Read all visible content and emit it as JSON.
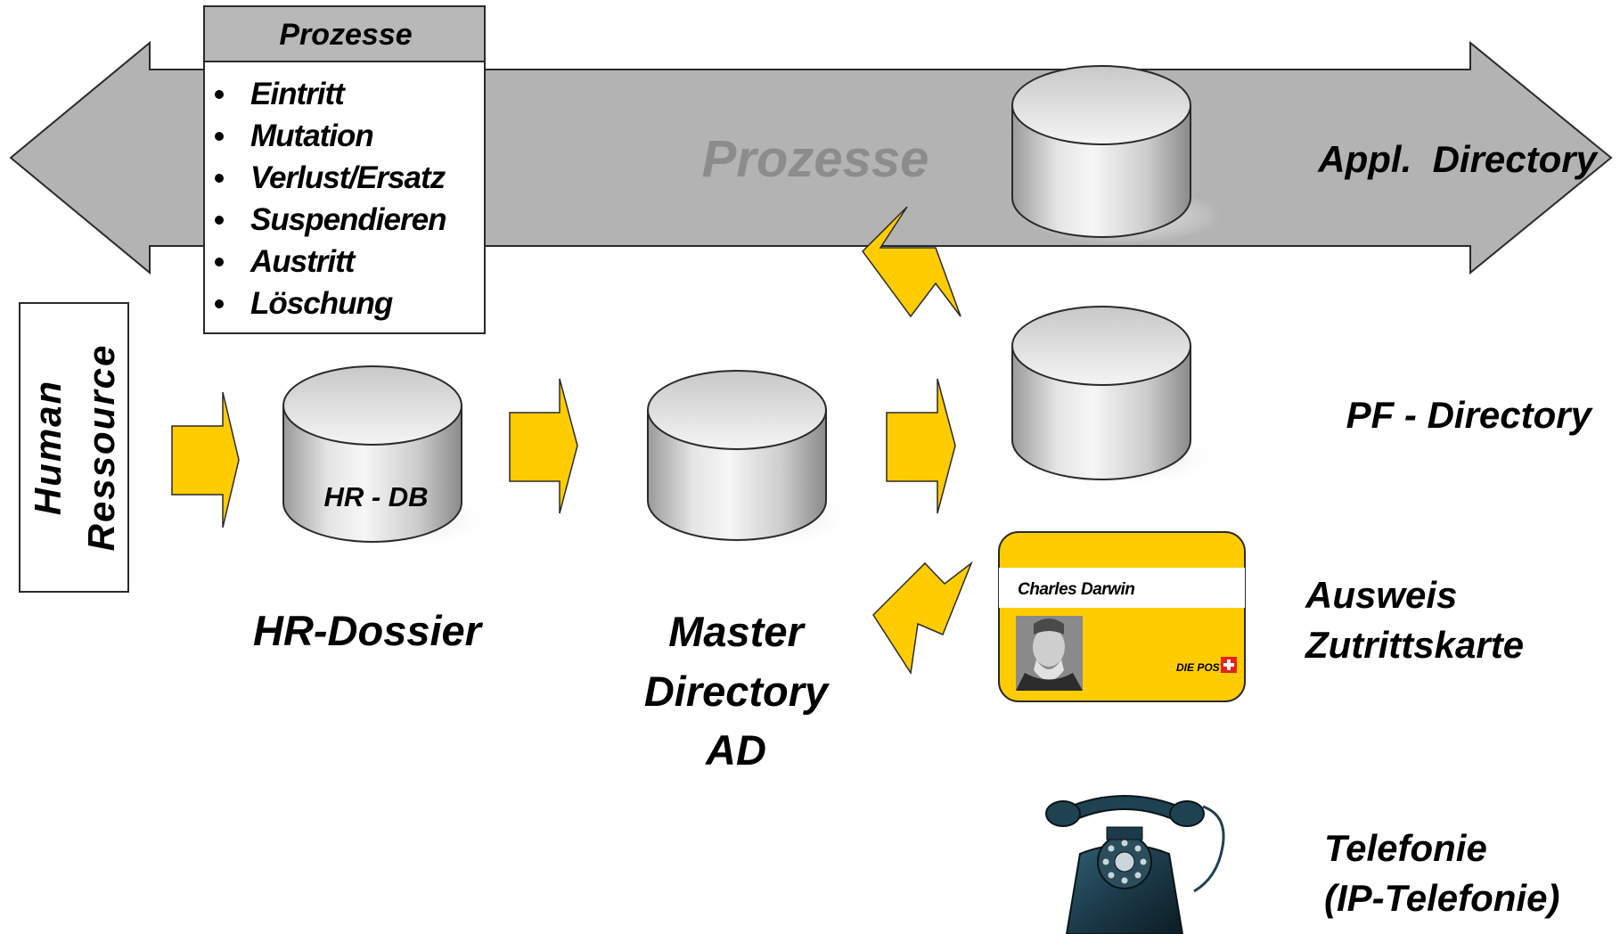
{
  "band": {
    "label": "Prozesse",
    "right_label": "Appl.  Directory"
  },
  "process_box": {
    "title": "Prozesse",
    "items": [
      "Eintritt",
      "Mutation",
      "Verlust/Ersatz",
      "Suspendieren",
      "Austritt",
      "Löschung"
    ]
  },
  "source": {
    "line1": "Human",
    "line2": "Ressource"
  },
  "hr_db": {
    "label": "HR - DB",
    "caption": "HR-Dossier"
  },
  "master": {
    "line1": "Master",
    "line2": "Directory",
    "line3": "AD"
  },
  "pf": {
    "label": "PF - Directory"
  },
  "card": {
    "name": "Charles Darwin",
    "brand": "DIE POST"
  },
  "ausweis": {
    "line1": "Ausweis",
    "line2": "Zutrittskarte"
  },
  "telefonie": {
    "line1": "Telefonie",
    "line2": "(IP-Telefonie)"
  },
  "colors": {
    "arrow_fill": "#ffcc00",
    "band_fill": "#b3b3b3",
    "band_text": "#8c8c8c",
    "card_fill": "#ffcc00"
  }
}
